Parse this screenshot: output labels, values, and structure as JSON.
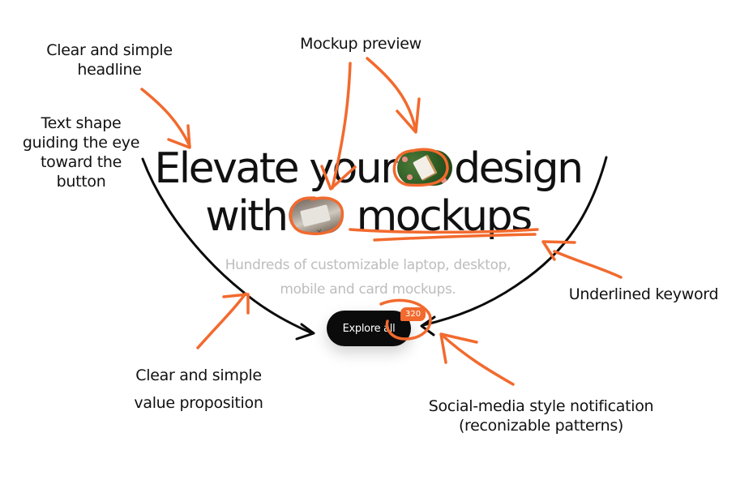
{
  "hero": {
    "headline_line1_part1": "Elevate your",
    "headline_line1_part2": "design",
    "headline_line2_part1": "with",
    "headline_keyword": "mockups",
    "subtitle_line1": "Hundreds of customizable laptop, desktop,",
    "subtitle_line2": "mobile and card mockups.",
    "cta_label": "Explore all",
    "badge_count": "320"
  },
  "annotations": {
    "headline": [
      "Clear and simple",
      "headline"
    ],
    "text_shape": [
      "Text shape",
      "guiding the eye",
      "toward the",
      "button"
    ],
    "mockup_preview": "Mockup preview",
    "underlined_keyword": "Underlined keyword",
    "value_proposition": [
      "Clear and simple",
      "value proposition"
    ],
    "notification": [
      "Social-media style notification",
      "(reconizable patterns)"
    ]
  },
  "colors": {
    "accent": "#f26a2e",
    "ink": "#0b0b0b",
    "subtitle": "#bdbdbd"
  },
  "icons": {
    "preview_1": "phone-on-grass-thumbnail",
    "preview_2": "card-on-stone-thumbnail"
  }
}
